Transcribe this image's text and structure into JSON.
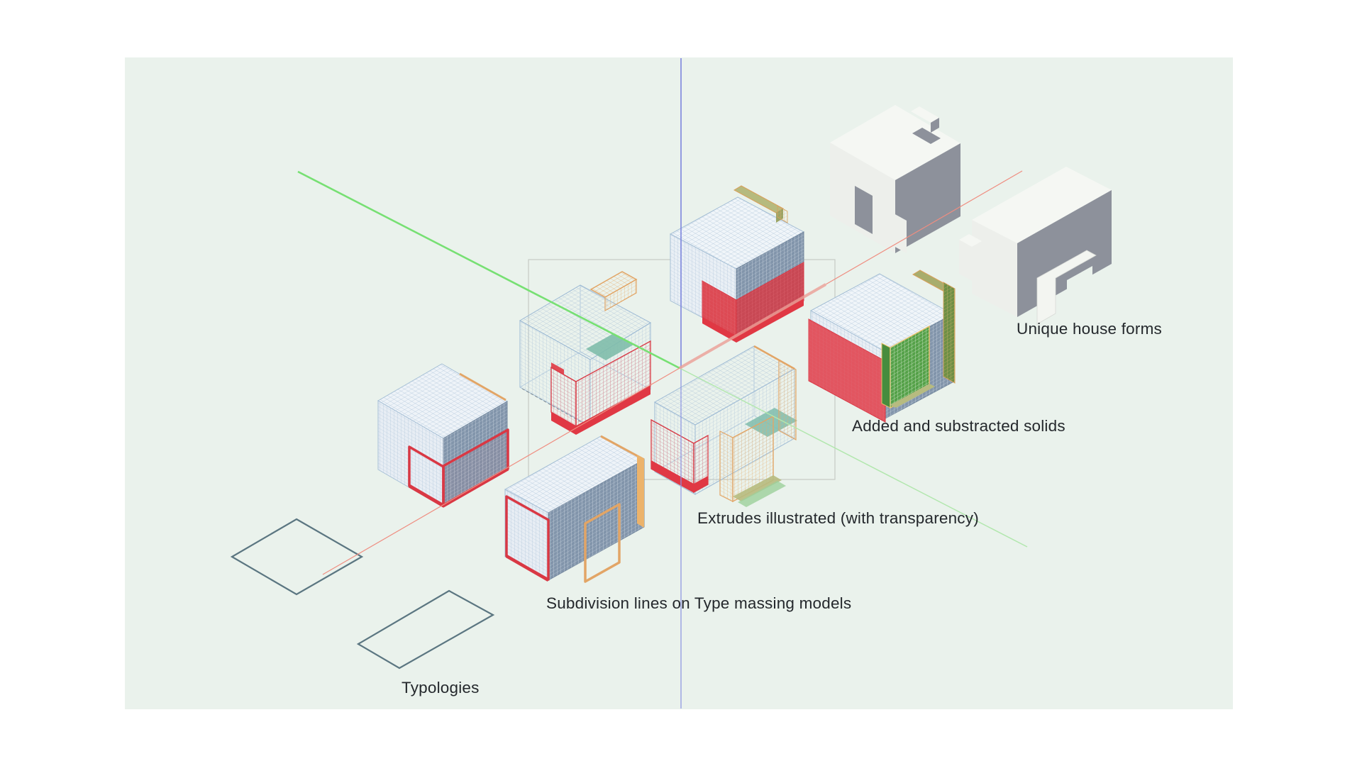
{
  "viewport": {
    "type": "3d-modeling-canvas",
    "background": "#eaf2ec",
    "outer_background": "#ffffff"
  },
  "stages": [
    {
      "id": "typologies",
      "label": "Typologies"
    },
    {
      "id": "subdivision",
      "label": "Subdivision lines on Type massing models"
    },
    {
      "id": "extrudes",
      "label": "Extrudes illustrated (with transparency)"
    },
    {
      "id": "added",
      "label": "Added and substracted solids"
    },
    {
      "id": "unique",
      "label": "Unique house forms"
    }
  ],
  "colors": {
    "background": "#eaf2ec",
    "text": "#24282c",
    "axis_x_red": "#ef8d80",
    "axis_x_red_thick": "#ec9f97",
    "axis_y_green": "#77e073",
    "axis_y_green_light": "#b2e7ae",
    "axis_z_blue": "#7d86dd",
    "grid_blue": "#a7c0d6",
    "face_light": "#eef3f8",
    "face_slate": "#8295ab",
    "highlight_red": "#d93844",
    "highlight_orange": "#e2a566",
    "highlight_teal": "#7fbcab",
    "highlight_khaki": "#b7bb80",
    "highlight_green": "#55a149",
    "highlight_olive": "#6e8f45",
    "house_white": "#f5f7f3",
    "house_gray": "#8d919b",
    "plan_outline": "#5b7681",
    "selection_box": "#c6cbc4"
  },
  "models": [
    {
      "name": "typology-plan-square",
      "stage": "typologies"
    },
    {
      "name": "typology-plan-rectangle",
      "stage": "typologies"
    },
    {
      "name": "subdivided-cube",
      "stage": "subdivision"
    },
    {
      "name": "subdivided-box",
      "stage": "subdivision"
    },
    {
      "name": "extruded-cube-transparent",
      "stage": "extrudes"
    },
    {
      "name": "extruded-box-transparent",
      "stage": "extrudes"
    },
    {
      "name": "solids-cube",
      "stage": "added"
    },
    {
      "name": "solids-box",
      "stage": "added"
    },
    {
      "name": "house-form-cube",
      "stage": "unique"
    },
    {
      "name": "house-form-long",
      "stage": "unique"
    }
  ]
}
